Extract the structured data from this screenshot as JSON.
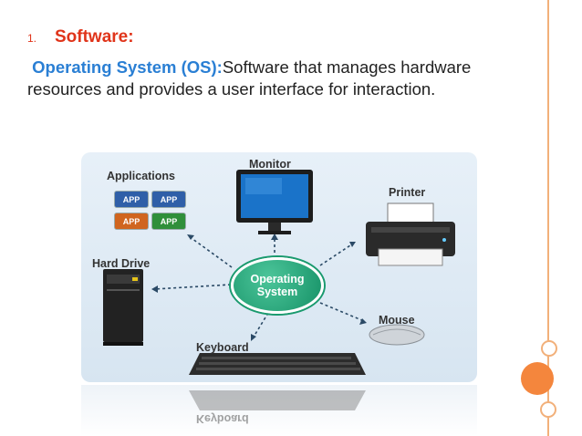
{
  "slide": {
    "number": "1.",
    "heading": "Software:",
    "term": "Operating System (OS):",
    "definition": "Software that manages hardware resources and provides a user interface for interaction."
  },
  "diagram": {
    "center": [
      "Operating",
      "System"
    ],
    "components": {
      "applications": "Applications",
      "monitor": "Monitor",
      "printer": "Printer",
      "hard_drive": "Hard Drive",
      "mouse": "Mouse",
      "keyboard": "Keyboard"
    },
    "app_tiles": [
      "APP",
      "APP",
      "APP",
      "APP"
    ],
    "reflection": "Keyboard"
  },
  "colors": {
    "heading": "#e0341a",
    "term": "#2a7fd4",
    "os_node": "#1a9a6e",
    "accent": "#f4863d"
  }
}
